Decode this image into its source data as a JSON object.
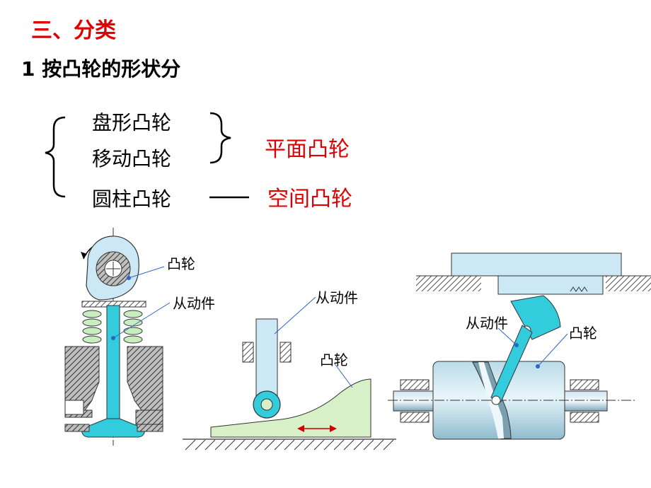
{
  "heading": "三、分类",
  "subheading": "1  按凸轮的形状分",
  "list": {
    "items": [
      "盘形凸轮",
      "移动凸轮",
      "圆柱凸轮"
    ],
    "planar": "平面凸轮",
    "spatial": "空间凸轮"
  },
  "figures": {
    "disk": {
      "cam_label": "凸轮",
      "follower_label": "从动件"
    },
    "translating": {
      "follower_label": "从动件",
      "cam_label": "凸轮"
    },
    "cylindrical": {
      "follower_label": "从动件",
      "cam_label": "凸轮"
    }
  },
  "colors": {
    "red": "#e00000",
    "cyan": "#33ccdd",
    "light_blue": "#cde8f5",
    "green": "#d7f0c8"
  }
}
